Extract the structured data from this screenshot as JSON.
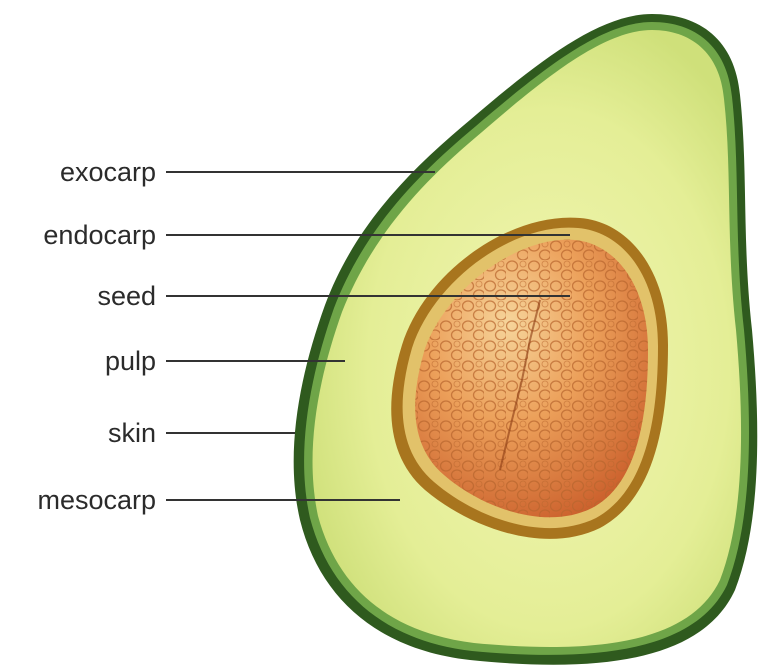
{
  "labels": {
    "exocarp": "exocarp",
    "endocarp": "endocarp",
    "seed": "seed",
    "pulp": "pulp",
    "skin": "skin",
    "mesocarp": "mesocarp"
  },
  "colors": {
    "skin_dark": "#2f5a1e",
    "skin_green": "#5f9a3a",
    "flesh_outer": "#cfe07a",
    "flesh_inner": "#eef3a8",
    "seed_coat": "#c8a14a",
    "seed_fill": "#e0873a",
    "seed_cells": "#f0a864",
    "leader_line": "#333333"
  }
}
